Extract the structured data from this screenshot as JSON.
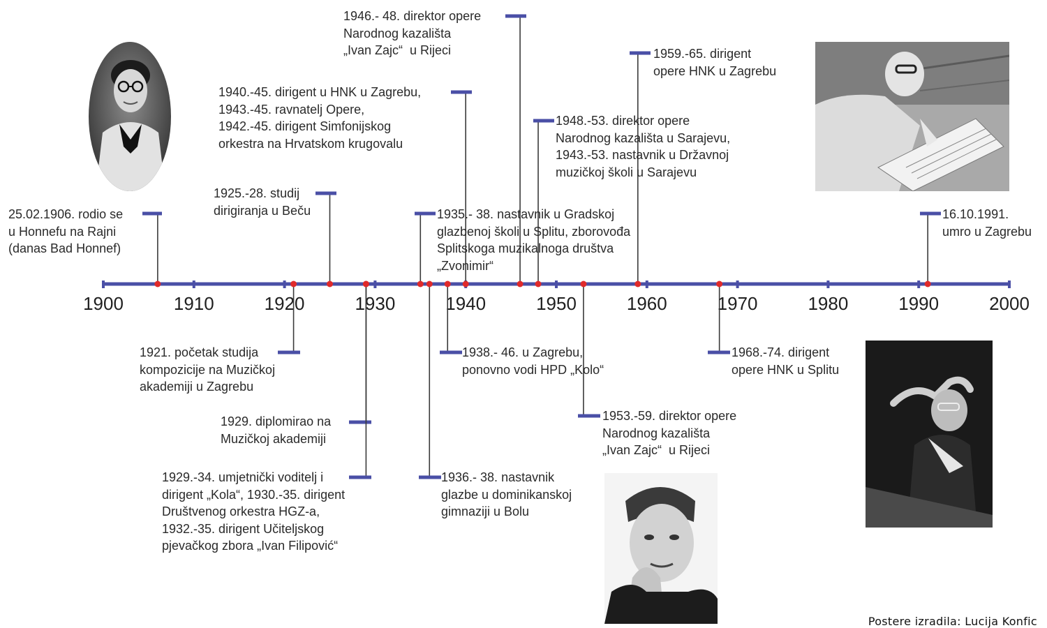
{
  "colors": {
    "axis": "#4a4fa6",
    "marker": "#e02a2a",
    "text": "#2a2a2a"
  },
  "axis": {
    "start": 1900,
    "end": 2000,
    "decade_labels": [
      "1900",
      "1910",
      "1920",
      "1930",
      "1940",
      "1950",
      "1960",
      "1970",
      "1980",
      "1990",
      "2000"
    ]
  },
  "events": [
    {
      "id": "birth",
      "year": 1906,
      "side": "above",
      "text": "25.02.1906. rodio se\nu Honnefu na Rajni\n(danas Bad Honnef)"
    },
    {
      "id": "vienna",
      "year": 1925,
      "side": "above",
      "text": "1925.-28. studij\ndirigiranja u Beču"
    },
    {
      "id": "hnk-zagreb-1940",
      "year": 1940,
      "side": "above",
      "text": "1940.-45. dirigent u HNK u Zagrebu,\n1943.-45. ravnatelj Opere,\n1942.-45. dirigent Simfonijskog\norkestra na Hrvatskom krugovalu"
    },
    {
      "id": "rijeka-1946",
      "year": 1946,
      "side": "above",
      "text": "1946.- 48. direktor opere\nNarodnog kazališta\n„Ivan Zajc“  u Rijeci"
    },
    {
      "id": "split-1935",
      "year": 1935,
      "side": "above",
      "text": "1935.- 38. nastavnik u Gradskoj\nglazbenoj školi u Splitu, zborovođa\nSplitskoga muzikalnoga društva\n„Zvonimir“"
    },
    {
      "id": "sarajevo-1948",
      "year": 1948,
      "side": "above",
      "text": "1948.-53. direktor opere\nNarodnog kazališta u Sarajevu,\n1943.-53. nastavnik u Državnoj\nmuzičkoj školi u Sarajevu"
    },
    {
      "id": "hnk-zagreb-1959",
      "year": 1959,
      "side": "above",
      "text": "1959.-65. dirigent\nopere HNK u Zagrebu"
    },
    {
      "id": "death",
      "year": 1991,
      "side": "above",
      "text": "16.10.1991.\numro u Zagrebu"
    },
    {
      "id": "academy-1921",
      "year": 1921,
      "side": "below",
      "text": "1921. početak studija\nkompozicije na Muzičkoj\nakademiji u Zagrebu"
    },
    {
      "id": "graduated-1929",
      "year": 1929,
      "side": "below",
      "text": "1929. diplomirao na\nMuzičkoj akademiji"
    },
    {
      "id": "kolo-1929",
      "year": 1929,
      "side": "below",
      "text": "1929.-34. umjetnički voditelj i\ndirigent „Kola“, 1930.-35. dirigent\nDruštvenog orkestra HGZ-a,\n1932.-35. dirigent Učiteljskog\npjevačkog zbora „Ivan Filipović“"
    },
    {
      "id": "bol-1936",
      "year": 1936,
      "side": "below",
      "text": "1936.- 38. nastavnik\nglazbe u dominikanskoj\ngimnaziji u Bolu"
    },
    {
      "id": "zagreb-1938",
      "year": 1938,
      "side": "below",
      "text": "1938.- 46. u Zagrebu,\nponovno vodi HPD „Kolo“"
    },
    {
      "id": "rijeka-1953",
      "year": 1953,
      "side": "below",
      "text": "1953.-59. direktor opere\nNarodnog kazališta\n„Ivan Zajc“  u Rijeci"
    },
    {
      "id": "split-1968",
      "year": 1968,
      "side": "below",
      "text": "1968.-74. dirigent\nopere HNK u Splitu"
    }
  ],
  "photos": [
    {
      "id": "portrait-young",
      "shape": "oval"
    },
    {
      "id": "composing-at-desk",
      "shape": "rect"
    },
    {
      "id": "portrait-hand-on-chin",
      "shape": "rect"
    },
    {
      "id": "conducting",
      "shape": "rect"
    }
  ],
  "credit": "Postere izradila: Lucija Konfic"
}
